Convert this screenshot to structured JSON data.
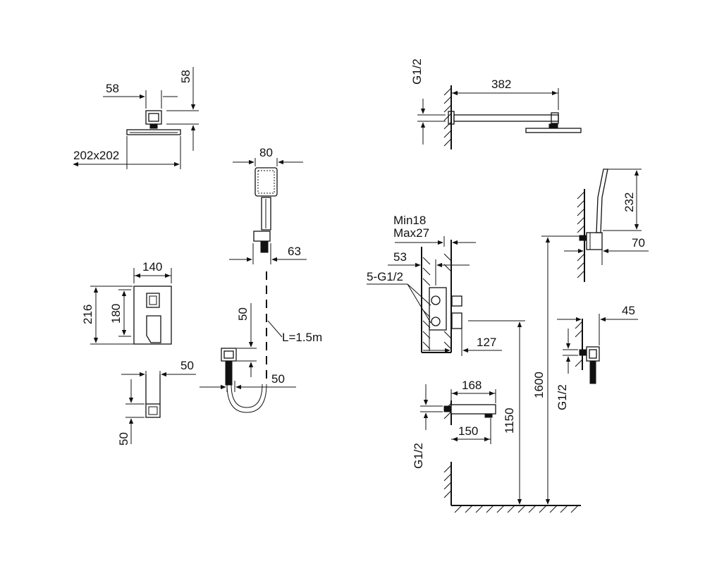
{
  "labels": {
    "head_width_58": "58",
    "head_height_58": "58",
    "head_size": "202x202",
    "hand_width_80": "80",
    "hand_offset_63": "63",
    "hose_length": "L=1.5m",
    "hose_elbow_50_v": "50",
    "hose_elbow_50_h": "50",
    "mixer_plate_140": "140",
    "mixer_plate_216": "216",
    "mixer_plate_180": "180",
    "spout_50_h": "50",
    "spout_50_v": "50",
    "arm_thread": "G1/2",
    "arm_length": "382",
    "holder_height": "232",
    "holder_offset": "70",
    "wall_min": "Min18",
    "wall_max": "Max27",
    "depth_53": "53",
    "outlets": "5-G1/2",
    "body_127": "127",
    "elbow_45": "45",
    "elbow_thread": "G1/2",
    "spout_168": "168",
    "spout_150": "150",
    "spout_thread": "G1/2",
    "height_1150": "1150",
    "height_1600": "1600"
  }
}
